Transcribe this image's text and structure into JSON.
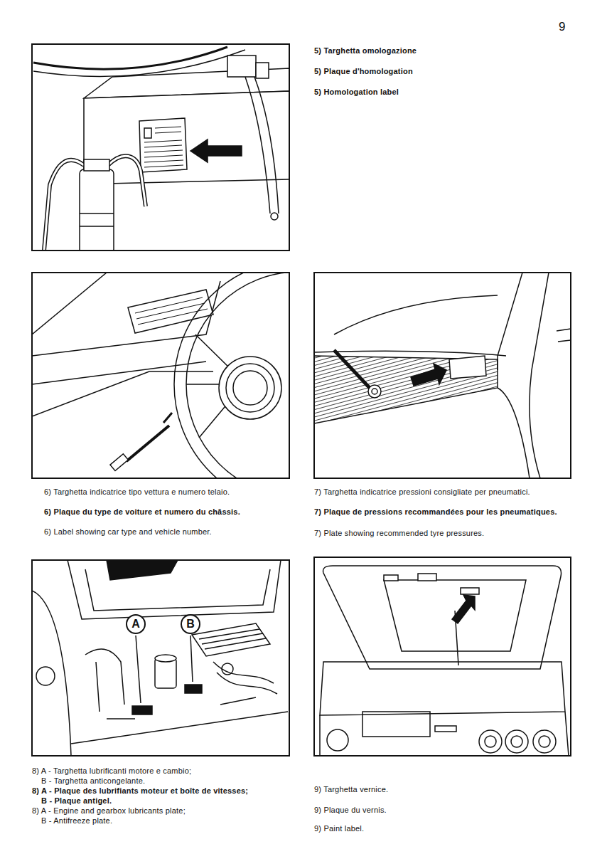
{
  "diagram": {
    "nodes": [
      {
        "text": [
          "A"
        ]
      },
      {
        "text": [
          "B"
        ]
      }
    ],
    "labels": [
      "9",
      "5) Targhetta omologazione",
      "5) Plaque d'homologation",
      "5) Homologation label",
      "6) Targhetta indicatrice tipo vettura e numero telaio.",
      "6) Plaque du type de voiture et numero du châssis.",
      "6) Label showing car type and vehicle number.",
      "7) Targhetta indicatrice pressioni consigliate per pneumatici.",
      "7) Plaque de pressions recommandées pour les pneumatiques.",
      "7) Plate showing recommended tyre pressures.",
      "8) A - Targhetta lubrificanti motore e cambio;",
      "B - Targhetta anticongelante.",
      "8) A - Plaque des lubrifiants moteur et boîte de vitesses;",
      "B - Plaque antigel.",
      "8) A - Engine and gearbox lubricants plate;",
      "B - Antifreeze plate.",
      "9) Targhetta vernice.",
      "9) Plaque du vernis.",
      "9) Paint label."
    ]
  }
}
